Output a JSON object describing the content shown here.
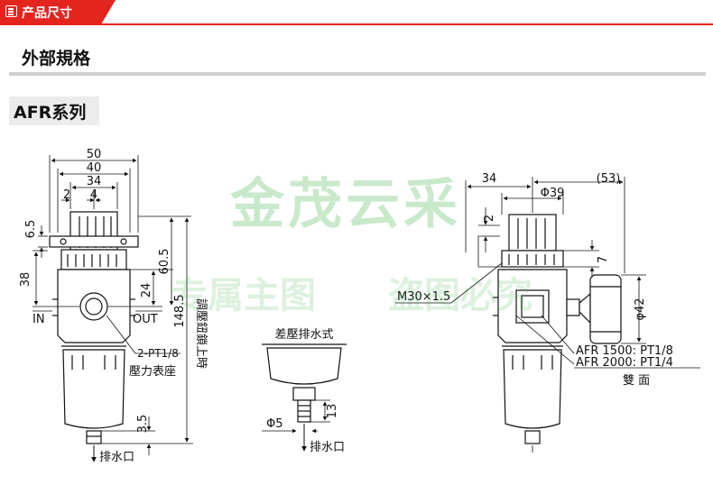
{
  "header": {
    "tab_label": "产品尺寸",
    "tab_icon": "document-icon",
    "accent_color": "#e4251f"
  },
  "section": {
    "title": "外部規格"
  },
  "series": {
    "title": "AFR系列"
  },
  "watermark": {
    "brand": "金茂云采",
    "sub_left": "专属主图",
    "sub_right": "盗图必究",
    "color": "#3caf46"
  },
  "front_view": {
    "width_dims": [
      "50",
      "40",
      "34",
      "2",
      "4"
    ],
    "left_dims": [
      "6.5",
      "38"
    ],
    "height_dims": [
      "60.5",
      "24",
      "148.5"
    ],
    "side_label": "調壓鈕鎖上時",
    "port_in": "IN",
    "port_out": "OUT",
    "gauge_port": "2-PT1/8",
    "gauge_port_note": "壓力表座",
    "drain_dim": "3.5",
    "drain_label": "排水口"
  },
  "drain_detail": {
    "title": "差壓排水式",
    "diameter": "Φ5",
    "height": "13",
    "drain_label": "排水口"
  },
  "side_view": {
    "dim_34": "34",
    "dim_53": "(53)",
    "dim_39": "Φ39",
    "dim_2": "2",
    "dim_7": "7",
    "thread": "M30×1.5",
    "gauge_diameter": "φ42",
    "port_1500": "AFR 1500:  PT1/8",
    "port_2000": "AFR 2000:  PT1/4",
    "both_sides": "雙 面"
  }
}
